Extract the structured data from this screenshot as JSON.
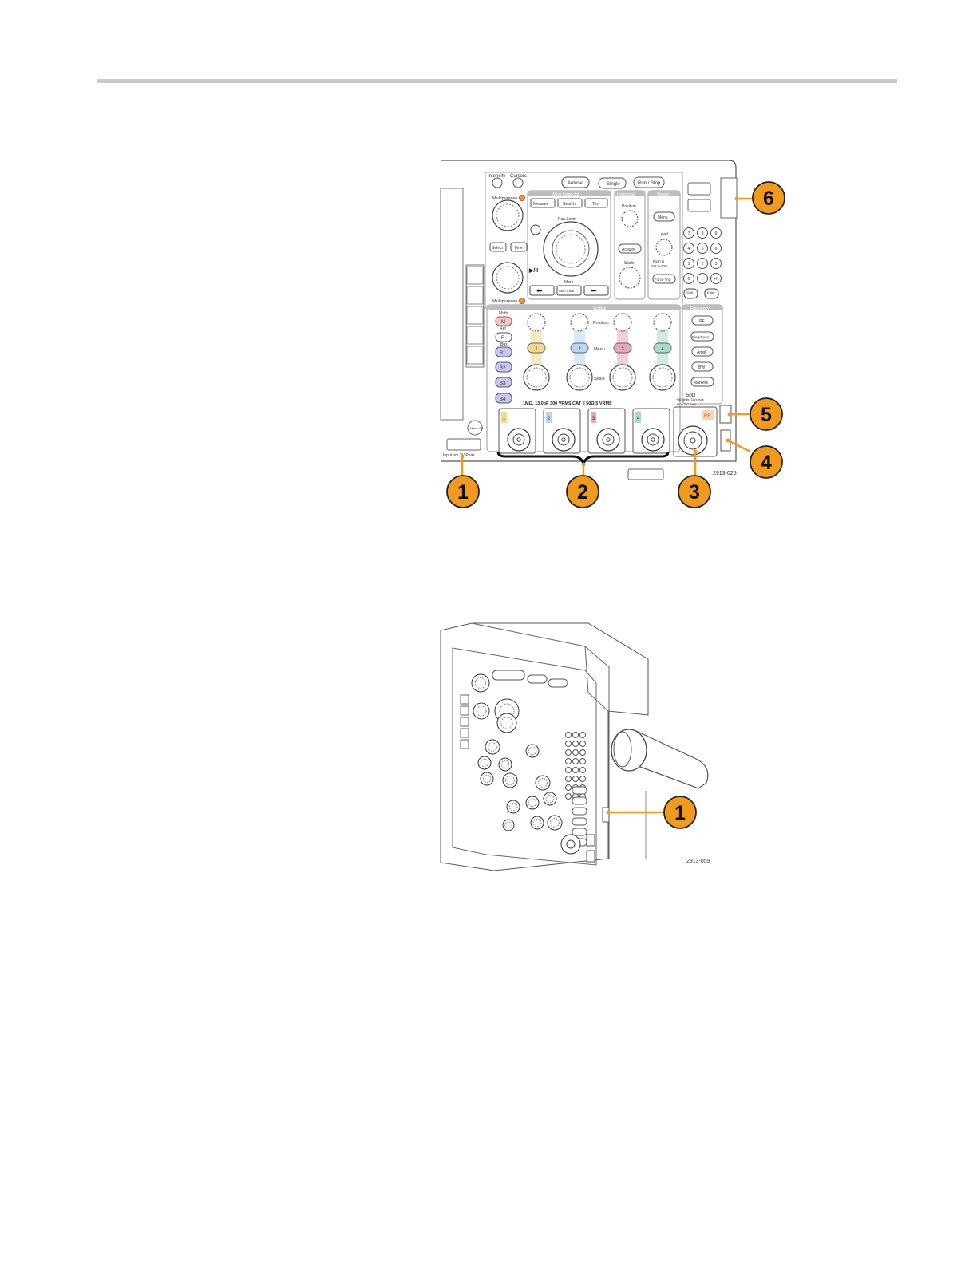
{
  "figure1": {
    "code": "2913-025",
    "callouts": [
      "1",
      "2",
      "3",
      "4",
      "5",
      "6"
    ],
    "top_labels": {
      "intensity": "Intensity",
      "cursors": "Cursors"
    },
    "buttons": {
      "autoset": "Autoset",
      "single": "Single",
      "run_stop": "Run / Stop"
    },
    "multipurpose": "Multipurpose",
    "select": "Select",
    "fine": "Fine",
    "wave_inspector": {
      "title": "Wave Inspector",
      "measure": "Measure",
      "search": "Search",
      "test": "Test",
      "pan_zoom": "Pan  Zoom",
      "mark": "Mark",
      "set_clear": "Set / Clear"
    },
    "horizontal": {
      "title": "Horizontal",
      "position": "Position",
      "acquire": "Acquire",
      "scale": "Scale"
    },
    "trigger": {
      "title": "Trigger",
      "menu": "Menu",
      "level": "Level",
      "push_set": "Push to\nSet to 50%",
      "force_trig": "Force Trig"
    },
    "keypad": [
      "7",
      "8",
      "9",
      "4",
      "5",
      "6",
      "1",
      "2",
      "3",
      "0",
      ".",
      "+/-"
    ],
    "keypad_extra": {
      "shift": "Shift",
      "enter": "Enter"
    },
    "vertical": {
      "title": "Vertical",
      "math": "Math",
      "m": "M",
      "ref": "Ref",
      "r": "R",
      "bus": "Bus",
      "b1": "B1",
      "b2": "B2",
      "b3": "B3",
      "b4": "B4",
      "position": "Position",
      "menu": "Menu",
      "scale": "Scale",
      "channels": [
        "1",
        "2",
        "3",
        "4"
      ]
    },
    "frequency": {
      "title": "Frequency",
      "rf": "RF",
      "freq_span": "Freq/Span",
      "ampl": "Ampl",
      "bw": "BW",
      "markers": "Markers"
    },
    "input_spec": "1MΩ, 13.0pF  300 VRMS  CAT II   50Ω  5 VRMS",
    "rf_spec": {
      "ohm": "50Ω",
      "l1": "+30 dBm (1W) max",
      "l2": "±40V DC max",
      "rf": "RF"
    },
    "menu_off": "Menu Off",
    "input_label": "Input um   2V Peak"
  },
  "figure2": {
    "code": "2913-059",
    "callouts": [
      "1"
    ]
  },
  "colors": {
    "callout": "#f29a1e",
    "ch1": "#efd98c",
    "ch2": "#b9d7ee",
    "ch3": "#e7a7b8",
    "ch4": "#a9dcc7",
    "bus": "#c7c7ee"
  }
}
